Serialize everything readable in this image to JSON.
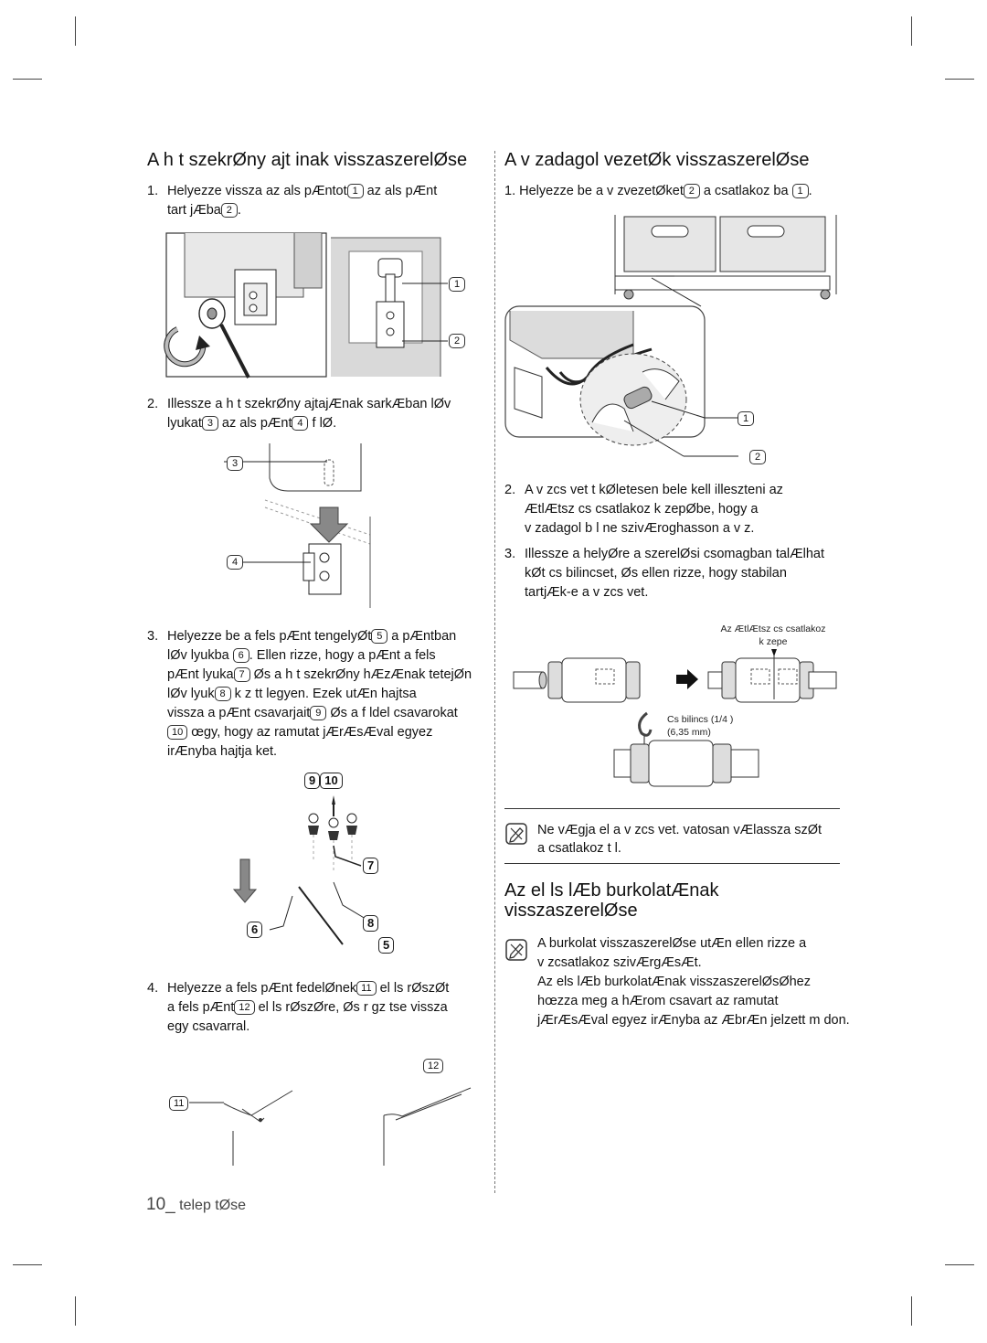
{
  "left": {
    "title": "A h t szekrØny ajt inak visszaszerelØse",
    "step1": {
      "num": "1.",
      "a": "Helyezze vissza az als  pÆntot",
      "c1": "1",
      "b": " az als  pÆnt",
      "c": "tart jÆba",
      "c2": "2",
      "d": "."
    },
    "fig1_callouts": [
      "1",
      "2"
    ],
    "step2": {
      "num": "2.",
      "a": "Illessze a h t szekrØny ajtajÆnak sarkÆban lØv",
      "b": "lyukat",
      "c3": "3",
      "c": " az als  pÆnt",
      "c4": "4",
      "d": " f lØ."
    },
    "fig2_callouts": [
      "3",
      "4"
    ],
    "step3": {
      "num": "3.",
      "l1a": "Helyezze be a fels  pÆnt tengelyØt",
      "c5": "5",
      "l1b": " a pÆntban",
      "l2a": "lØv  lyukba",
      "c6": "6",
      "l2b": ". Ellen rizze, hogy a pÆnt a fels",
      "l3a": "pÆnt lyuka",
      "c7": "7",
      "l3b": " Øs a h t szekrØny hÆzÆnak tetejØn",
      "l4a": "lØv  lyuk",
      "c8": "8",
      "l4b": " k z tt legyen. Ezek utÆn hajtsa",
      "l5a": "vissza a pÆnt csavarjait",
      "c9": "9",
      "l5b": " Øs a f ldel  csavarokat",
      "c10": "10",
      "l6b": " œgy, hogy az  ramutat  jÆrÆsÆval egyez",
      "l7": "irÆnyba hajtja  ket."
    },
    "fig3_callouts": {
      "c9": "9",
      "c10": "10",
      "c7": "7",
      "c6": "6",
      "c8": "8",
      "c5": "5"
    },
    "step4": {
      "num": "4.",
      "l1a": "Helyezze a fels  pÆnt fedelØnek",
      "c11": "11",
      "l1b": " el ls  rØszØt",
      "l2a": "a fels  pÆnt",
      "c12": "12",
      "l2b": " el ls  rØszØre, Øs r gz tse vissza",
      "l3": "egy csavarral."
    },
    "fig4_callouts": [
      "11",
      "12"
    ]
  },
  "right": {
    "title": "A v zadagol  vezetØk visszaszerelØse",
    "step1": {
      "a": "1. Helyezze be a v zvezetØket",
      "c2": "2",
      "b": " a csatlakoz ba",
      "c1": "1",
      "c": "."
    },
    "fig1_callouts": [
      "1",
      "2"
    ],
    "step2": {
      "num": "2.",
      "l1": "A v zcs vet t kØletesen bele kell illeszteni az",
      "l2": "ÆtlÆtsz  cs csatlakoz  k zepØbe, hogy a",
      "l3": "v zadagol b l ne szivÆroghasson a v z."
    },
    "step3": {
      "num": "3.",
      "l1": "Illessze a helyØre a szerelØsi csomagban talÆlhat",
      "l2": "kØt cs bilincset, Øs ellen rizze, hogy stabilan",
      "l3": "tartjÆk-e a v zcs vet."
    },
    "fig2_label_top1": "Az ÆtlÆtsz  cs csatlakoz",
    "fig2_label_top2": "k zepe",
    "fig2_clip1": "Cs bilincs (1/4 )",
    "fig2_clip2": "(6,35 mm)",
    "note1": {
      "l1": "Ne vÆgja el a v zcs vet.  vatosan vÆlassza szØt",
      "l2": "a csatlakoz t l."
    },
    "section2_title1": "Az el ls  lÆb burkolatÆnak",
    "section2_title2": "visszaszerelØse",
    "note2": {
      "l1": "A burkolat visszaszerelØse utÆn ellen rizze a",
      "l2": "v zcsatlakoz  szivÆrgÆsÆt.",
      "l3": "Az els  lÆb burkolatÆnak visszaszerelØsØhez",
      "l4": "hœzza meg a hÆrom csavart az  ramutat",
      "l5": "jÆrÆsÆval egyez  irÆnyba az ÆbrÆn jelzett m don."
    }
  },
  "footer": {
    "page": "10_",
    "section": " telep tØse"
  },
  "icons": {
    "note": "note-pencil-icon",
    "arrow": "right-arrow-icon",
    "rotate": "rotate-arrow-icon",
    "down": "down-arrow-icon"
  }
}
